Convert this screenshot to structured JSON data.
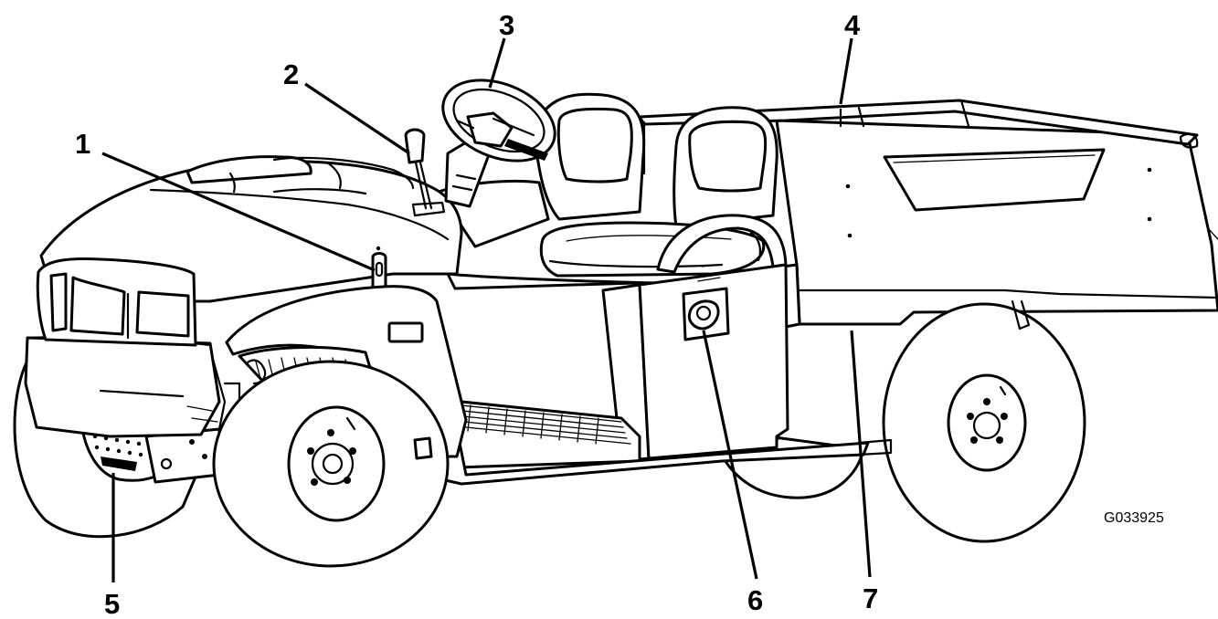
{
  "figure_id": "G033925",
  "callouts": [
    {
      "number": "1"
    },
    {
      "number": "2"
    },
    {
      "number": "3"
    },
    {
      "number": "4"
    },
    {
      "number": "5"
    },
    {
      "number": "6"
    },
    {
      "number": "7"
    }
  ]
}
